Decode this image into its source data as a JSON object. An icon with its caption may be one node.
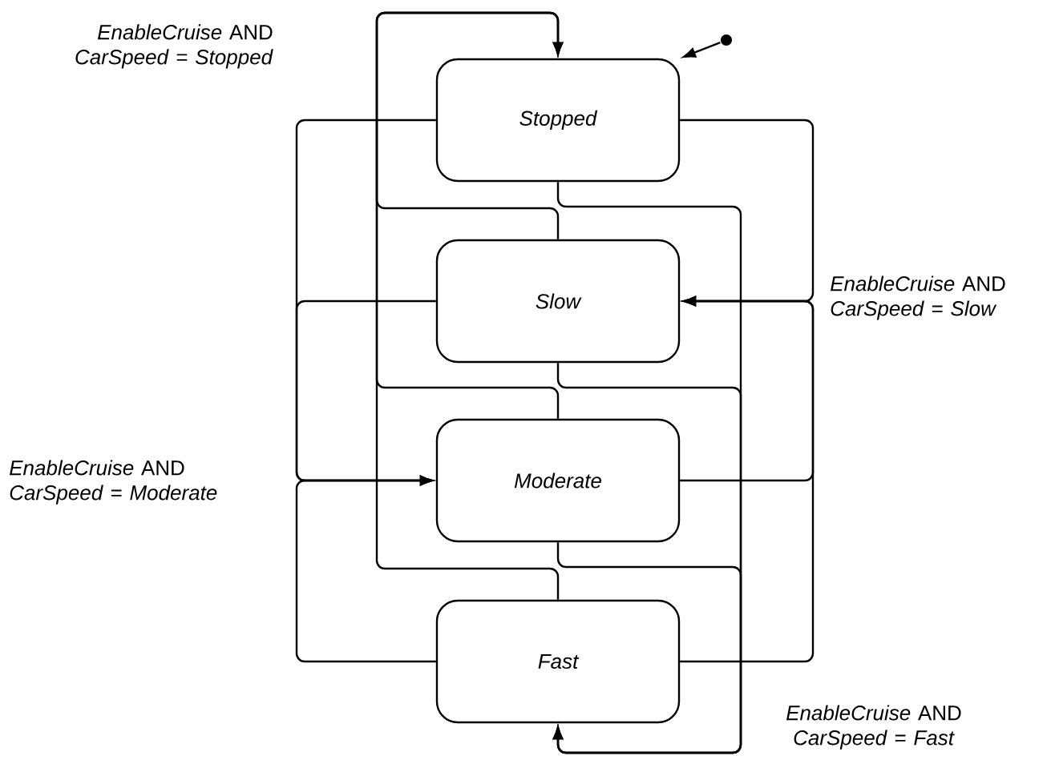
{
  "diagram": {
    "nodes": [
      {
        "text": [
          "Stopped"
        ]
      },
      {
        "text": [
          "Slow"
        ]
      },
      {
        "text": [
          "Moderate"
        ]
      },
      {
        "text": [
          "Fast"
        ]
      },
      {
        "text": [],
        "shape": "circle"
      }
    ],
    "edges": [
      {
        "from": 4,
        "to": 0,
        "arrow": "to"
      },
      {
        "from": 1,
        "to": 0,
        "arrow": "to"
      },
      {
        "from": 2,
        "to": 0,
        "arrow": "to"
      },
      {
        "from": 3,
        "to": 0,
        "arrow": "to"
      },
      {
        "from": 0,
        "to": 1,
        "arrow": "to"
      },
      {
        "from": 2,
        "to": 1,
        "arrow": "to"
      },
      {
        "from": 3,
        "to": 1,
        "arrow": "to"
      },
      {
        "from": 0,
        "to": 2,
        "arrow": "to"
      },
      {
        "from": 1,
        "to": 2,
        "arrow": "to"
      },
      {
        "from": 3,
        "to": 2,
        "arrow": "to"
      },
      {
        "from": 0,
        "to": 3,
        "arrow": "to"
      },
      {
        "from": 1,
        "to": 3,
        "arrow": "to"
      },
      {
        "from": 2,
        "to": 3,
        "arrow": "to"
      }
    ],
    "labels": [
      "*EnableCruise* AND *CarSpeed* = *Stopped*",
      "*EnableCruise* AND *CarSpeed* = *Slow*",
      "*EnableCruise* AND *CarSpeed* = *Moderate*",
      "*EnableCruise* AND *CarSpeed* = *Fast*"
    ]
  }
}
